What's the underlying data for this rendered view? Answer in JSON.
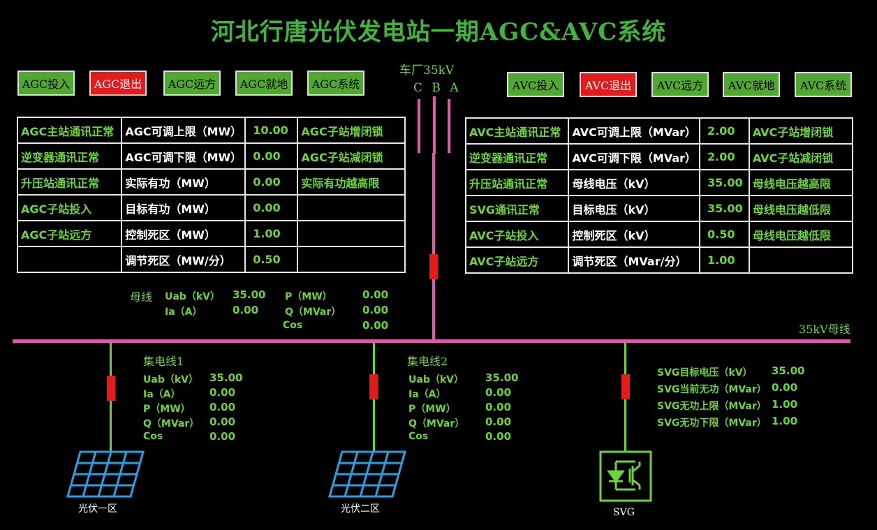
{
  "title": "河北行唐光伏发电站一期AGC&AVC系统",
  "agc_buttons": [
    "AGC投入",
    "AGC退出",
    "AGC远方",
    "AGC就地",
    "AGC系统"
  ],
  "avc_buttons": [
    "AVC投入",
    "AVC退出",
    "AVC远方",
    "AVC就地",
    "AVC系统"
  ],
  "source": {
    "label": "车厂35kV",
    "phases": "C B A"
  },
  "agc_table": [
    [
      "AGC主站通讯正常",
      "AGC可调上限（MW）",
      "10.00",
      "AGC子站增闭锁"
    ],
    [
      "逆变器通讯正常",
      "AGC可调下限（MW）",
      "0.00",
      "AGC子站减闭锁"
    ],
    [
      "升压站通讯正常",
      "实际有功（MW）",
      "0.00",
      "实际有功越高限"
    ],
    [
      "AGC子站投入",
      "目标有功（MW）",
      "0.00",
      ""
    ],
    [
      "AGC子站远方",
      "控制死区（MW）",
      "1.00",
      ""
    ],
    [
      "",
      "调节死区（MW/分）",
      "0.50",
      ""
    ]
  ],
  "avc_table": [
    [
      "AVC主站通讯正常",
      "AVC可调上限（MVar）",
      "2.00",
      "AVC子站增闭锁"
    ],
    [
      "逆变器通讯正常",
      "AVC可调下限（MVar）",
      "2.00",
      "AVC子站减闭锁"
    ],
    [
      "升压站通讯正常",
      "母线电压（kV）",
      "35.00",
      "母线电压越高限"
    ],
    [
      "SVG通讯正常",
      "目标电压（kV）",
      "35.00",
      "母线电压越低限"
    ],
    [
      "AVC子站投入",
      "控制死区（kV）",
      "0.50",
      "母线电压越低限"
    ],
    [
      "AVC子站远方",
      "调节死区（MVar/分）",
      "1.00",
      ""
    ]
  ],
  "busbar": {
    "title": "母线",
    "rows": [
      {
        "label": "Uab（kV）",
        "value": "35.00",
        "label2": "P（MW）",
        "value2": "0.00"
      },
      {
        "label": "Ia（A）",
        "value": "0.00",
        "label2": "Q（MVar）",
        "value2": "0.00"
      },
      {
        "label": "",
        "value": "",
        "label2": "Cos",
        "value2": "0.00"
      }
    ]
  },
  "bus_label": "35kV母线",
  "feeder1": {
    "title": "集电线1",
    "rows": [
      {
        "label": "Uab（kV）",
        "value": "35.00"
      },
      {
        "label": "Ia（A）",
        "value": "0.00"
      },
      {
        "label": "P（MW）",
        "value": "0.00"
      },
      {
        "label": "Q（MVar）",
        "value": "0.00"
      },
      {
        "label": "Cos",
        "value": "0.00"
      }
    ],
    "panel_label": "光伏一区"
  },
  "feeder2": {
    "title": "集电线2",
    "rows": [
      {
        "label": "Uab（kV）",
        "value": "35.00"
      },
      {
        "label": "Ia（A）",
        "value": "0.00"
      },
      {
        "label": "P（MW）",
        "value": "0.00"
      },
      {
        "label": "Q（MVar）",
        "value": "0.00"
      },
      {
        "label": "Cos",
        "value": "0.00"
      }
    ],
    "panel_label": "光伏二区"
  },
  "svg": {
    "rows": [
      {
        "label": "SVG目标电压（kV）",
        "value": "35.00"
      },
      {
        "label": "SVG当前无功（MVar）",
        "value": "0.00"
      },
      {
        "label": "SVG无功上限（MVar）",
        "value": "1.00"
      },
      {
        "label": "SVG无功下限（MVar）",
        "value": "1.00"
      }
    ],
    "device_label": "SVG"
  },
  "colors": {
    "green": "#6cd43a",
    "button_green": "#52a733",
    "button_red": "#e21c1c",
    "wire": "#e05aa8",
    "panel_blue": "#2a9fe0"
  }
}
